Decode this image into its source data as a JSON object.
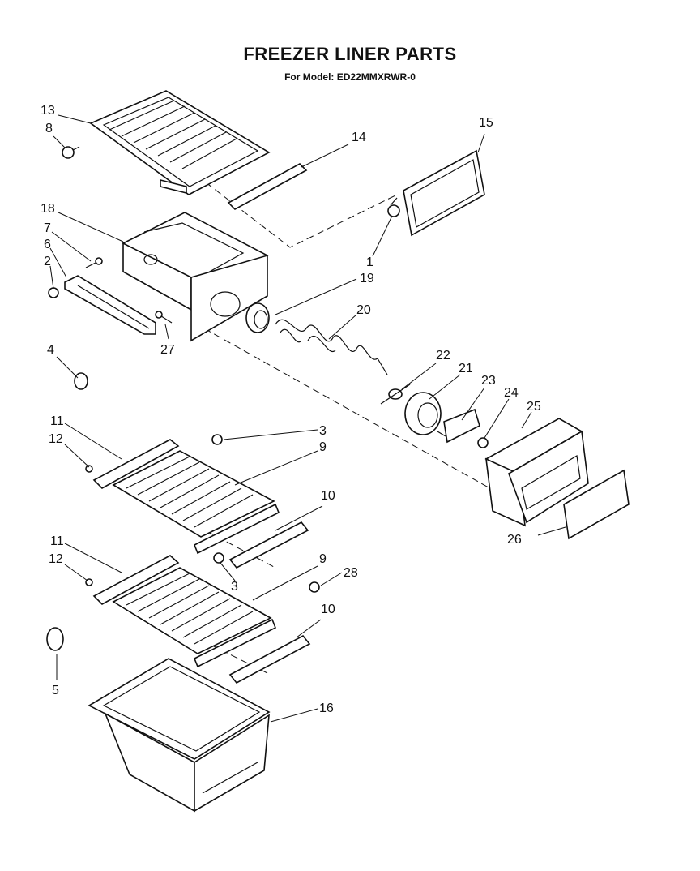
{
  "title": "FREEZER LINER PARTS",
  "subtitle": "For Model: ED22MMXRWR-0",
  "callouts": [
    {
      "id": "13",
      "label": "13"
    },
    {
      "id": "8",
      "label": "8"
    },
    {
      "id": "14",
      "label": "14"
    },
    {
      "id": "15",
      "label": "15"
    },
    {
      "id": "18",
      "label": "18"
    },
    {
      "id": "7",
      "label": "7"
    },
    {
      "id": "6",
      "label": "6"
    },
    {
      "id": "2",
      "label": "2"
    },
    {
      "id": "1",
      "label": "1"
    },
    {
      "id": "19",
      "label": "19"
    },
    {
      "id": "20",
      "label": "20"
    },
    {
      "id": "27",
      "label": "27"
    },
    {
      "id": "4",
      "label": "4"
    },
    {
      "id": "22",
      "label": "22"
    },
    {
      "id": "21",
      "label": "21"
    },
    {
      "id": "23",
      "label": "23"
    },
    {
      "id": "24",
      "label": "24"
    },
    {
      "id": "25",
      "label": "25"
    },
    {
      "id": "11a",
      "label": "11"
    },
    {
      "id": "12a",
      "label": "12"
    },
    {
      "id": "3a",
      "label": "3"
    },
    {
      "id": "9a",
      "label": "9"
    },
    {
      "id": "10a",
      "label": "10"
    },
    {
      "id": "26",
      "label": "26"
    },
    {
      "id": "11b",
      "label": "11"
    },
    {
      "id": "12b",
      "label": "12"
    },
    {
      "id": "3b",
      "label": "3"
    },
    {
      "id": "9b",
      "label": "9"
    },
    {
      "id": "28",
      "label": "28"
    },
    {
      "id": "10b",
      "label": "10"
    },
    {
      "id": "5",
      "label": "5"
    },
    {
      "id": "16",
      "label": "16"
    }
  ]
}
